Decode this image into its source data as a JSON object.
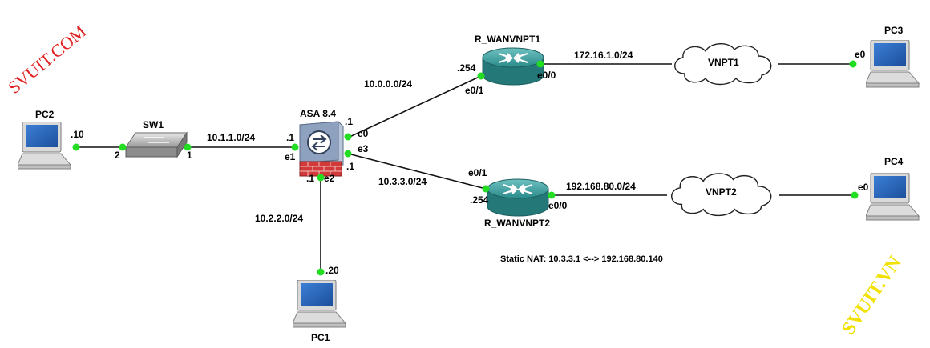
{
  "devices": {
    "pc1": "PC1",
    "pc2": "PC2",
    "pc3": "PC3",
    "pc4": "PC4",
    "sw1": "SW1",
    "asa": "ASA 8.4",
    "r1": "R_WANVNPT1",
    "r2": "R_WANVNPT2",
    "cloud1": "VNPT1",
    "cloud2": "VNPT2"
  },
  "networks": {
    "n1": "10.1.1.0/24",
    "n0": "10.0.0.0/24",
    "n3": "10.3.3.0/24",
    "n2": "10.2.2.0/24",
    "n172": "172.16.1.0/24",
    "n192": "192.168.80.0/24"
  },
  "ports": {
    "pc2_ip": ".10",
    "sw_p2": "2",
    "sw_p1": "1",
    "asa_e1_ip": ".1",
    "asa_e1": "e1",
    "asa_e0_ip": ".1",
    "asa_e0": "e0",
    "asa_e3": "e3",
    "asa_e3_ip": ".1",
    "asa_e2_ip": ".1",
    "asa_e2": "e2",
    "pc1_ip": ".20",
    "r1_ip": ".254",
    "r1_e01": "e0/1",
    "r1_e00": "e0/0",
    "r2_e01": "e0/1",
    "r2_ip": ".254",
    "r2_e00": "e0/0",
    "pc3_e0": "e0",
    "pc4_e0": "e0"
  },
  "static_nat": "Static NAT: 10.3.3.1 <--> 192.168.80.140",
  "watermark": {
    "top_left": "SVUIT.COM",
    "bottom_right": "SVUIT.VN"
  },
  "colors": {
    "link_dot": "#22dd22",
    "router_body": "#2a8a8a",
    "firewall_brick": "#d23a3a",
    "watermark_red": "#e02020",
    "watermark_yellow": "#f2e000"
  }
}
